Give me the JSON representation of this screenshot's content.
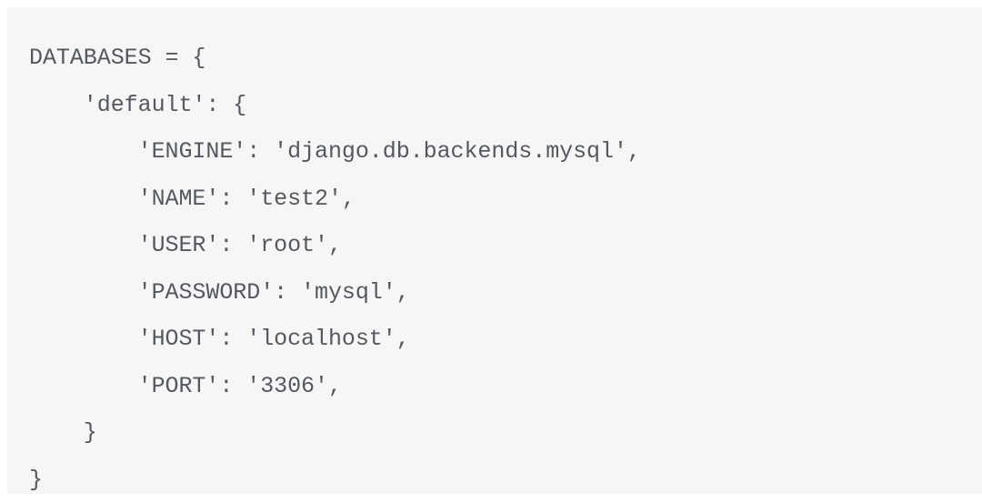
{
  "document": {
    "kind": "code-snippet",
    "language": "python",
    "background_color": "#f6f6f6",
    "frame_color": "#ffffff",
    "text_color": "#54585f",
    "code_lines": [
      "DATABASES = {",
      "    'default': {",
      "        'ENGINE': 'django.db.backends.mysql',",
      "        'NAME': 'test2',",
      "        'USER': 'root',",
      "        'PASSWORD': 'mysql',",
      "        'HOST': 'localhost',",
      "        'PORT': '3306',",
      "    }",
      "}"
    ],
    "settings": {
      "variable": "DATABASES",
      "alias": "default",
      "ENGINE": "django.db.backends.mysql",
      "NAME": "test2",
      "USER": "root",
      "PASSWORD": "mysql",
      "HOST": "localhost",
      "PORT": "3306"
    }
  }
}
